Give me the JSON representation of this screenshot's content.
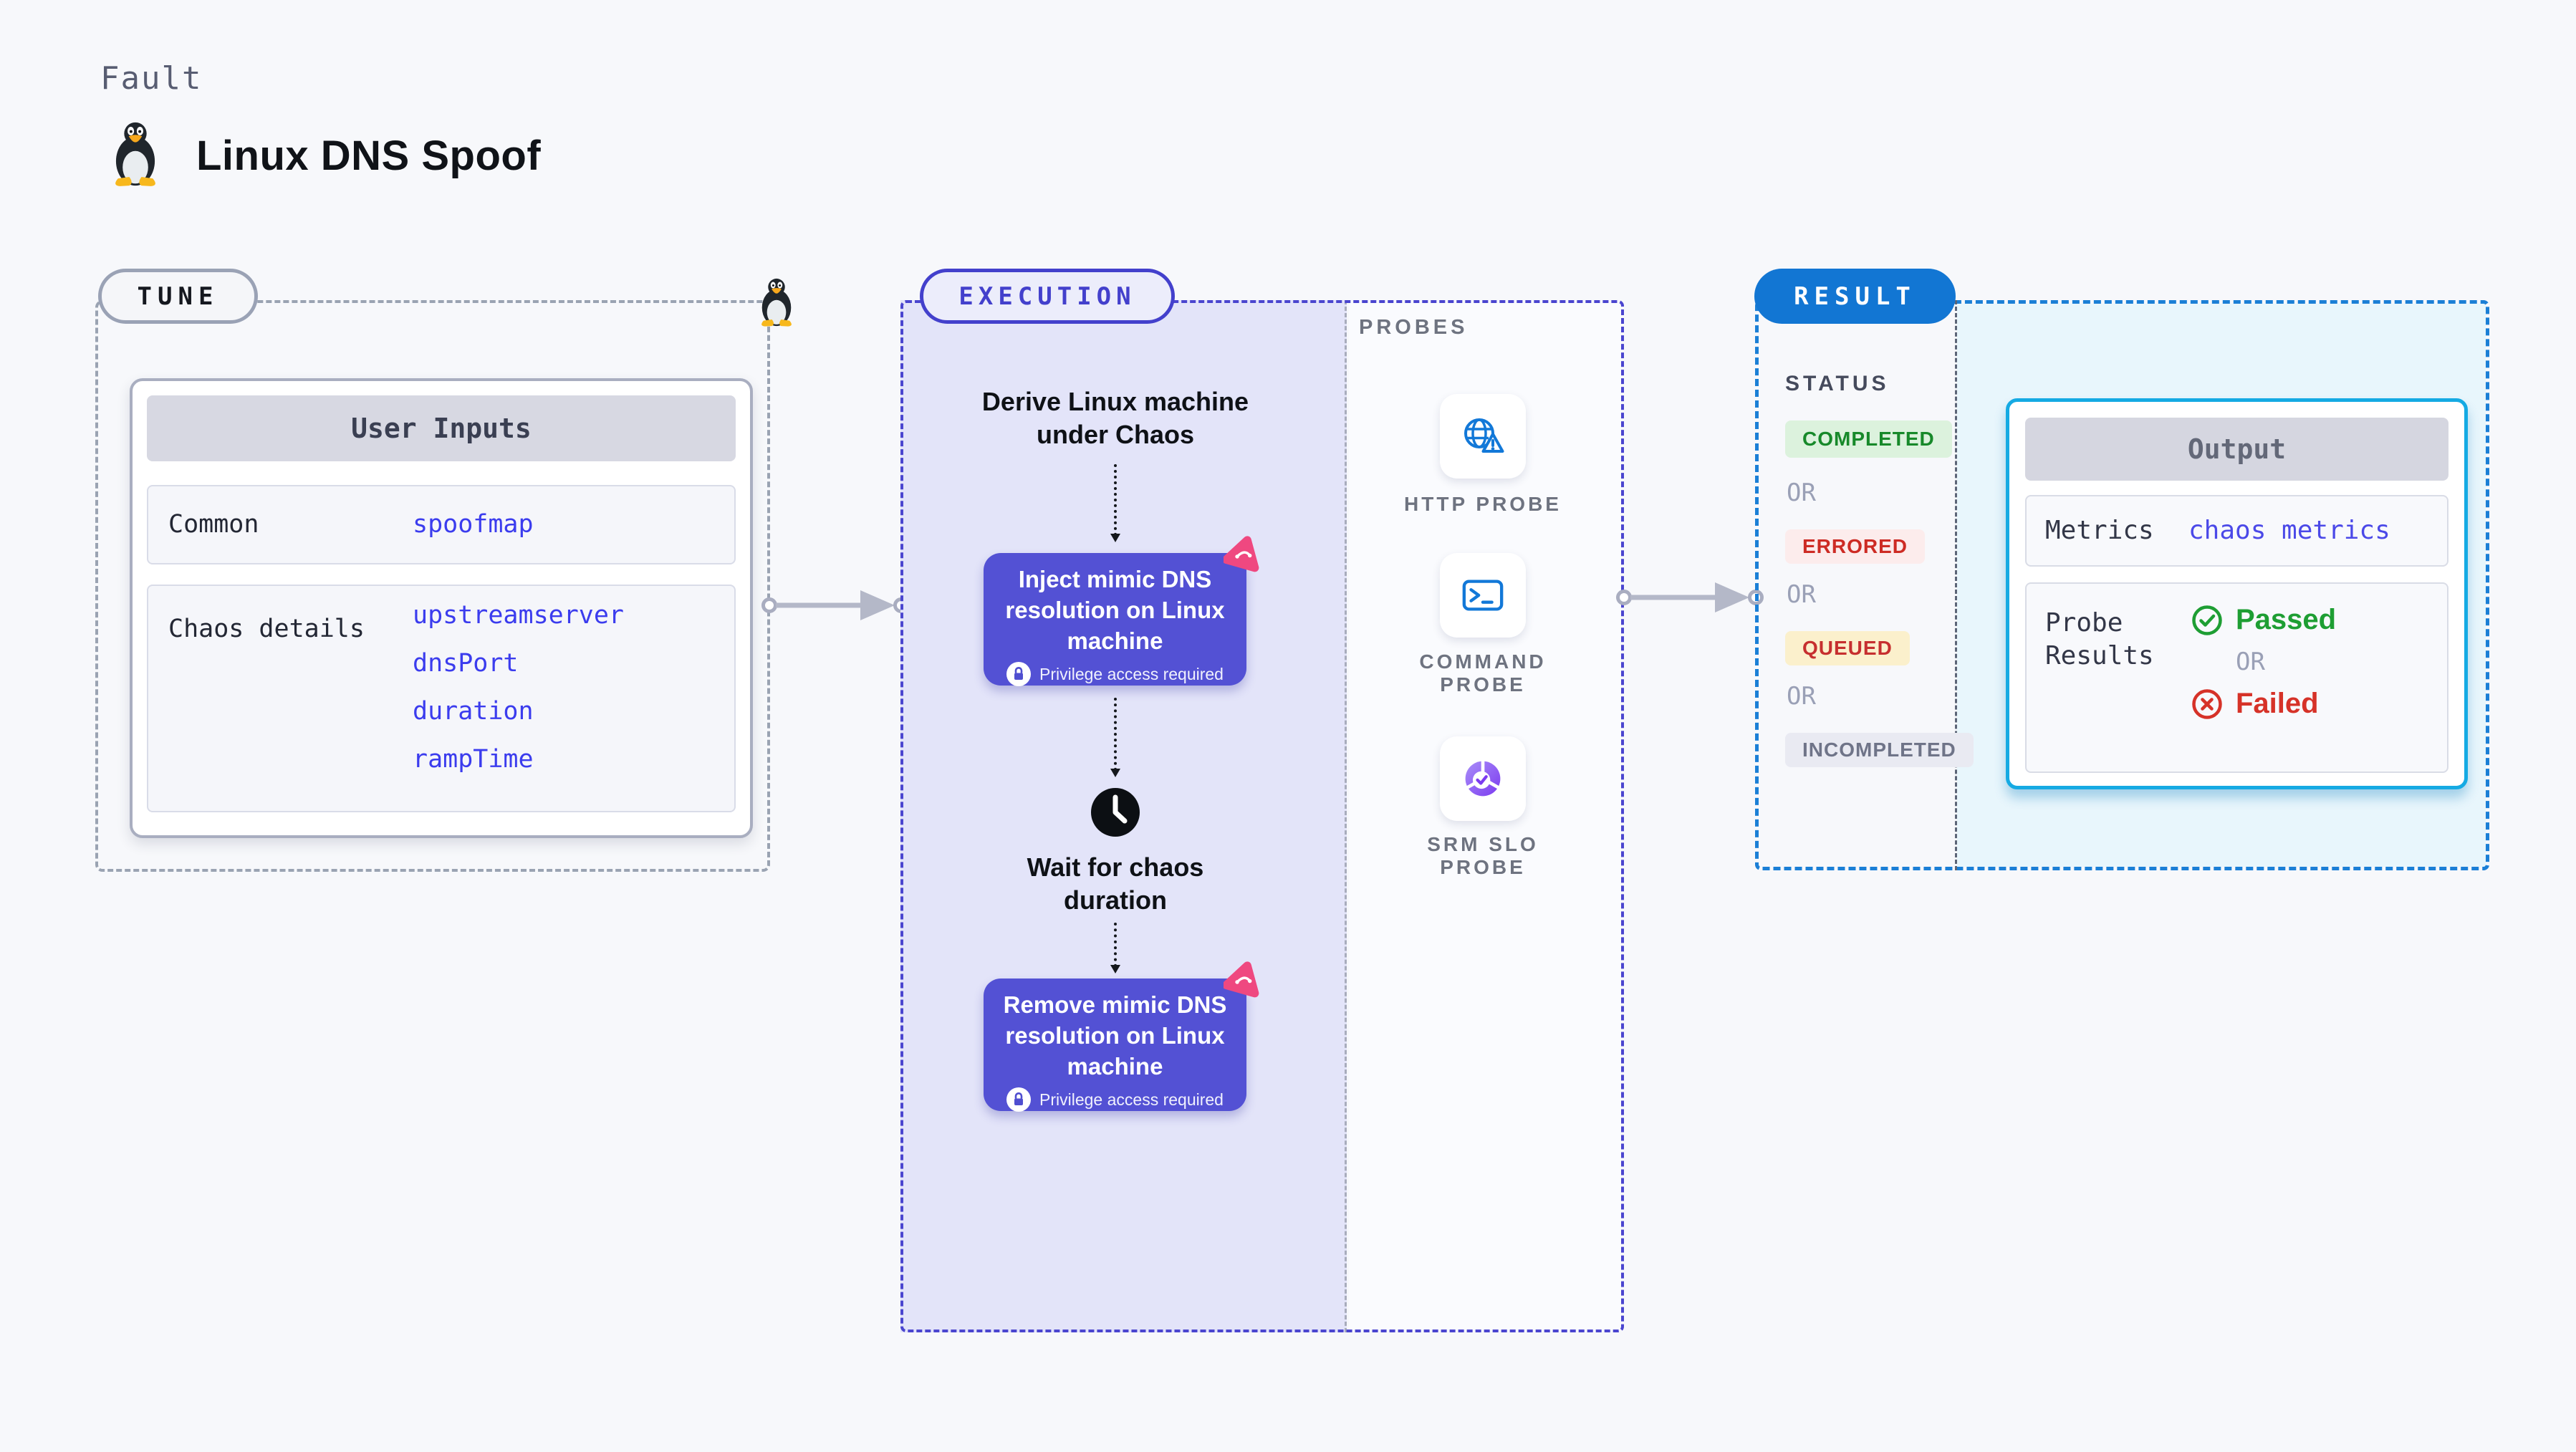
{
  "header": {
    "category": "Fault",
    "title": "Linux DNS Spoof"
  },
  "tune": {
    "badge": "TUNE",
    "card_title": "User Inputs",
    "rows": [
      {
        "label": "Common",
        "values": [
          "spoofmap"
        ]
      },
      {
        "label": "Chaos details",
        "values": [
          "upstreamserver",
          "dnsPort",
          "duration",
          "rampTime"
        ]
      }
    ]
  },
  "execution": {
    "badge": "EXECUTION",
    "derive": {
      "lines": [
        "Derive Linux machine",
        "under Chaos"
      ]
    },
    "inject": {
      "lines": [
        "Inject mimic DNS",
        "resolution on Linux",
        "machine"
      ],
      "privilege": "Privilege access required"
    },
    "wait": {
      "lines": [
        "Wait for chaos",
        "duration"
      ]
    },
    "remove": {
      "lines": [
        "Remove mimic DNS",
        "resolution on Linux",
        "machine"
      ],
      "privilege": "Privilege access required"
    }
  },
  "probes": {
    "label": "PROBES",
    "items": [
      {
        "icon": "globe-warning-icon",
        "lines": [
          "HTTP PROBE",
          ""
        ]
      },
      {
        "icon": "terminal-icon",
        "lines": [
          "COMMAND",
          "PROBE"
        ]
      },
      {
        "icon": "slo-donut-icon",
        "lines": [
          "SRM SLO",
          "PROBE"
        ]
      }
    ]
  },
  "result": {
    "badge": "RESULT",
    "status_label": "STATUS",
    "or_label": "OR",
    "statuses": [
      {
        "label": "COMPLETED",
        "fg": "#17892a",
        "bg": "#dcf2dd"
      },
      {
        "label": "ERRORED",
        "fg": "#cd2b24",
        "bg": "#fcecec"
      },
      {
        "label": "QUEUED",
        "fg": "#c62f2f",
        "bg": "#fbf0cc"
      },
      {
        "label": "INCOMPLETED",
        "fg": "#6f7488",
        "bg": "#e9eaf2"
      }
    ],
    "output": {
      "title": "Output",
      "metrics_label": "Metrics",
      "metrics_value": "chaos metrics",
      "probe_results_lines": [
        "Probe",
        "Results"
      ],
      "passed": "Passed",
      "failed": "Failed"
    }
  },
  "colors": {
    "page_bg": "#f7f8fb",
    "tune_border": "#9aa3b2",
    "execution_accent": "#4340cc",
    "execution_fill": "#e3e4f9",
    "step_button": "#5351d4",
    "pink_badge": "#ef4880",
    "probe_icon_blue": "#1278d8",
    "srm_purple": "#7c3bf0",
    "result_accent": "#1276d3",
    "output_border": "#15aae3",
    "output_cyan_fill": "#e8f6fc",
    "code_blue": "#3b3cee",
    "passed_green": "#1e9e33",
    "failed_red": "#d63228",
    "arrow_gray": "#b4b8c8"
  }
}
